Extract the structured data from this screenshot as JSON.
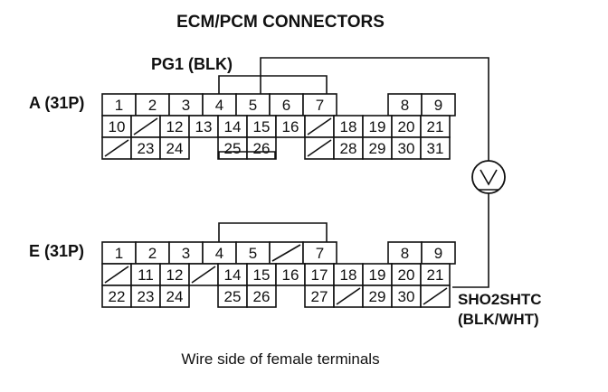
{
  "title": "ECM/PCM CONNECTORS",
  "pg1_label": "PG1 (BLK)",
  "connector_a": {
    "label": "A (31P)",
    "rows": [
      [
        "1",
        "2",
        "3",
        "4",
        "5",
        "6",
        "7",
        null,
        "8",
        "9"
      ],
      [
        "10",
        "/",
        "12",
        "13",
        "14",
        "15",
        "16",
        "/",
        "18",
        "19",
        "20",
        "21"
      ],
      [
        "/",
        "23",
        "24",
        null,
        "25",
        "26",
        null,
        "/",
        "28",
        "29",
        "30",
        "31"
      ]
    ]
  },
  "connector_e": {
    "label": "E (31P)",
    "rows": [
      [
        "1",
        "2",
        "3",
        "4",
        "5",
        "/",
        "7",
        null,
        "8",
        "9"
      ],
      [
        "/",
        "11",
        "12",
        "/",
        "14",
        "15",
        "16",
        "17",
        "18",
        "19",
        "20",
        "21"
      ],
      [
        "22",
        "23",
        "24",
        null,
        "25",
        "26",
        null,
        "27",
        "/",
        "29",
        "30",
        "/"
      ]
    ]
  },
  "meter_symbol": "V",
  "sho2shtc_label": "SHO2SHTC",
  "sho2shtc_color": "(BLK/WHT)",
  "caption": "Wire side of female terminals"
}
